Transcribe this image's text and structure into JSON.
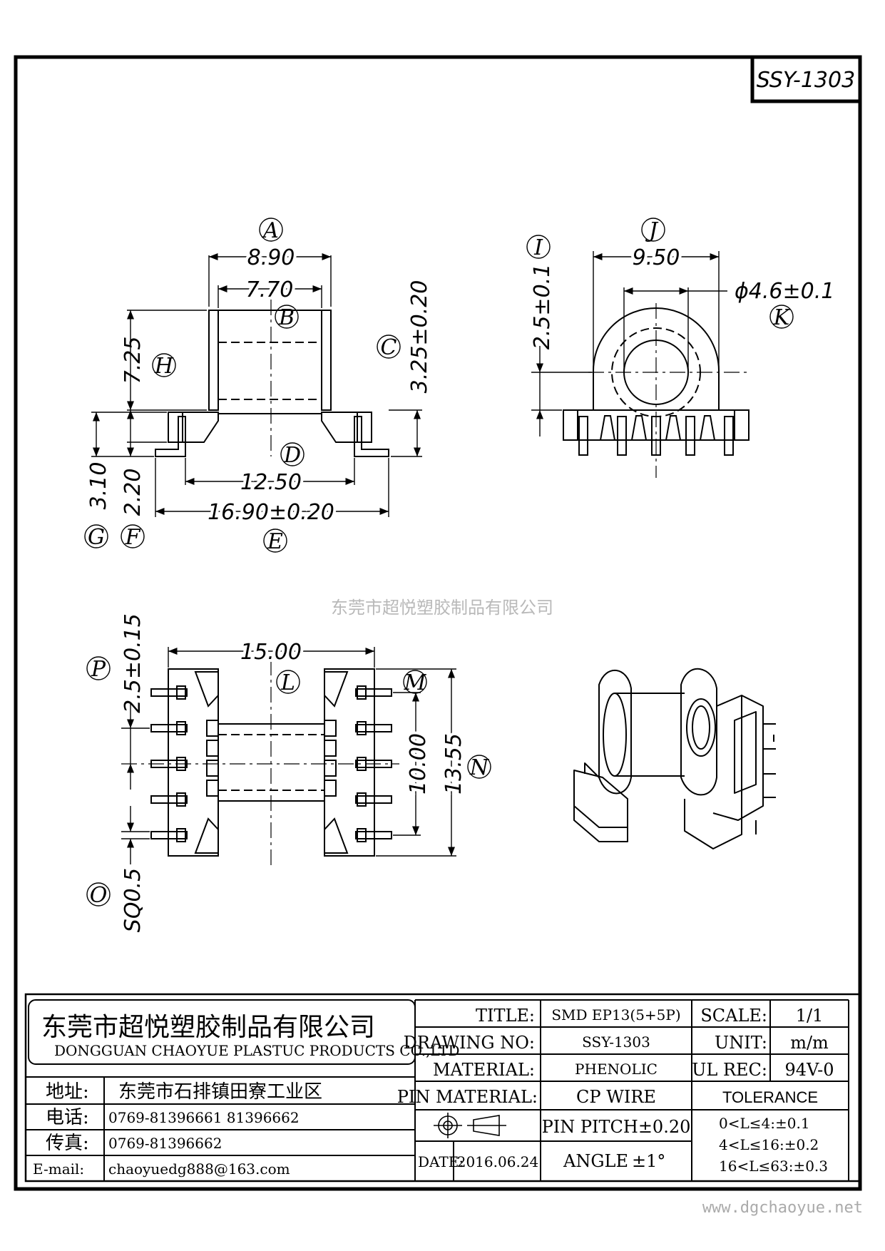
{
  "part_number": "SSY-1303",
  "watermark_company": "东莞市超悦塑胶制品有限公司",
  "watermark_url": "www.dgchaoyue.net",
  "views": {
    "front": {
      "labels": {
        "A": "A",
        "B": "B",
        "C": "C",
        "D": "D",
        "E": "E",
        "F": "F",
        "G": "G",
        "H": "H"
      },
      "dims": {
        "A": "8.90",
        "B": "7.70",
        "C": "3.25±0.20",
        "D": "12.50",
        "E": "16.90±0.20",
        "F": "2.20",
        "G": "3.10",
        "H": "7.25"
      }
    },
    "side": {
      "labels": {
        "I": "I",
        "J": "J",
        "K": "K"
      },
      "dims": {
        "I": "2.5±0.1",
        "J": "9.50",
        "K": "ϕ4.6±0.1"
      }
    },
    "bottom": {
      "labels": {
        "L": "L",
        "M": "M",
        "N": "N",
        "O": "O",
        "P": "P"
      },
      "dims": {
        "L": "15.00",
        "M": "10.00",
        "N": "13.55",
        "O": "SQ0.5",
        "P": "2.5±0.15"
      }
    }
  },
  "title_block": {
    "company_cn": "东莞市超悦塑胶制品有限公司",
    "company_en": "DONGGUAN CHAOYUE PLASTUC PRODUCTS CO.,LTD",
    "address_label": "地址:",
    "address_value": "东莞市石排镇田寮工业区",
    "phone_label": "电话:",
    "phone_value": "0769-81396661   81396662",
    "fax_label": "传真:",
    "fax_value": "0769-81396662",
    "email_label": "E-mail:",
    "email_value": "chaoyuedg888@163.com",
    "title_label": "TITLE:",
    "title_value": "SMD EP13(5+5P)",
    "drawing_no_label": "DRAWING NO:",
    "drawing_no_value": "SSY-1303",
    "material_label": "MATERIAL:",
    "material_value": "PHENOLIC",
    "pin_material_label": "PIN MATERIAL:",
    "pin_material_value": "CP WIRE",
    "pin_pitch": "PIN PITCH±0.20",
    "date_label": "DATE:",
    "date_value": "2016.06.24",
    "angle_label": "ANGLE",
    "angle_value": "±1°",
    "scale_label": "SCALE:",
    "scale_value": "1/1",
    "unit_label": "UNIT:",
    "unit_value": "m/m",
    "ul_rec_label": "UL REC:",
    "ul_rec_value": "94V-0",
    "tolerance_title": "TOLERANCE",
    "tolerance_rows": [
      "0<L≤4:±0.1",
      "4<L≤16:±0.2",
      "16<L≤63:±0.3"
    ]
  }
}
